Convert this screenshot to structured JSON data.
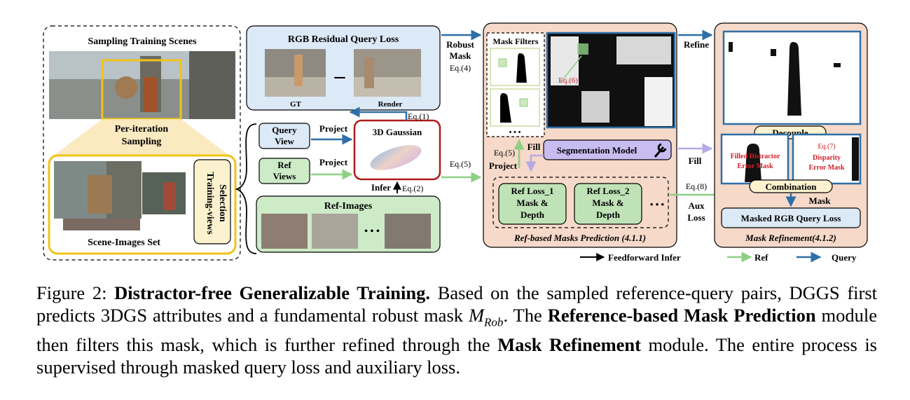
{
  "figure": {
    "sampling": {
      "title": "Sampling Training Scenes",
      "per_iteration_1": "Per-iteration",
      "per_iteration_2": "Sampling",
      "scene_images_set": "Scene-Images Set",
      "training_views_1": "Training-views",
      "training_views_2": "Selection"
    },
    "rgb_residual": {
      "title": "RGB Residual Query Loss",
      "gt": "GT",
      "render": "Render",
      "minus": "–"
    },
    "middle": {
      "query_view_1": "Query",
      "query_view_2": "View",
      "ref_views_1": "Ref",
      "ref_views_2": "Views",
      "project_1": "Project",
      "project_2": "Project",
      "gaussian": "3D Gaussian",
      "infer": "Infer",
      "eq2": "Eq.(2)",
      "eq1": "Eq.(1)",
      "ref_images": "Ref-Images",
      "dots": "• • •"
    },
    "arrows": {
      "robust_1": "Robust",
      "robust_2": "Mask",
      "eq4": "Eq.(4)",
      "eq5_right": "Eq.(5)",
      "refine": "Refine",
      "fill_right": "Fill",
      "eq8": "Eq.(8)",
      "aux_1": "Aux",
      "aux_2": "Loss"
    },
    "ref_masks": {
      "mask_filters": "Mask Filters",
      "eq6": "Eq.(6)",
      "dots": "• • •",
      "eq5": "Eq.(5)",
      "project": "Project",
      "fill": "Fill",
      "segmentation": "Segmentation Model",
      "loss1_1": "Ref Loss_1",
      "loss1_2": "Mask &",
      "loss1_3": "Depth",
      "loss2_1": "Ref Loss_2",
      "loss2_2": "Mask &",
      "loss2_3": "Depth",
      "loss_dots": "• • •",
      "footer": "Ref-based Masks Prediction (4.1.1)"
    },
    "refinement": {
      "decouple": "Decouple",
      "filled_1": "Filled Distractor",
      "filled_2": "Error Mask",
      "eq7": "Eq.(7)",
      "disparity_1": "Disparity",
      "disparity_2": "Error Mask",
      "combination": "Combination",
      "mask": "Mask",
      "masked_loss": "Masked RGB Query Loss",
      "footer": "Mask Refinement(4.1.2)"
    },
    "legend": {
      "feedforward": "Feedforward Infer",
      "ref": "Ref",
      "query": "Query"
    },
    "colors": {
      "query_blue": "#2e6fa8",
      "ref_green": "#8fcf85",
      "gaussian_red": "#b01a1a",
      "seg_purple": "#b6a9e6",
      "panel_peach": "#f6d9c9",
      "yellow": "#f0c419",
      "eq_red": "#d0202a"
    }
  },
  "caption": {
    "figure_label": "Figure 2:",
    "bold_title": "Distractor-free Generalizable Training.",
    "text_1": "Based on the sampled reference-query pairs, DGGS first predicts 3DGS attributes and a fundamental robust mask",
    "math_main": "M",
    "math_sub": "Rob",
    "text_2": ". The",
    "bold_ref": "Reference-based Mask Prediction",
    "text_3": "module then filters this mask, which is further refined through the",
    "bold_mask": "Mask Refinement",
    "text_4": "module. The entire process is supervised through masked query loss and auxiliary loss."
  }
}
